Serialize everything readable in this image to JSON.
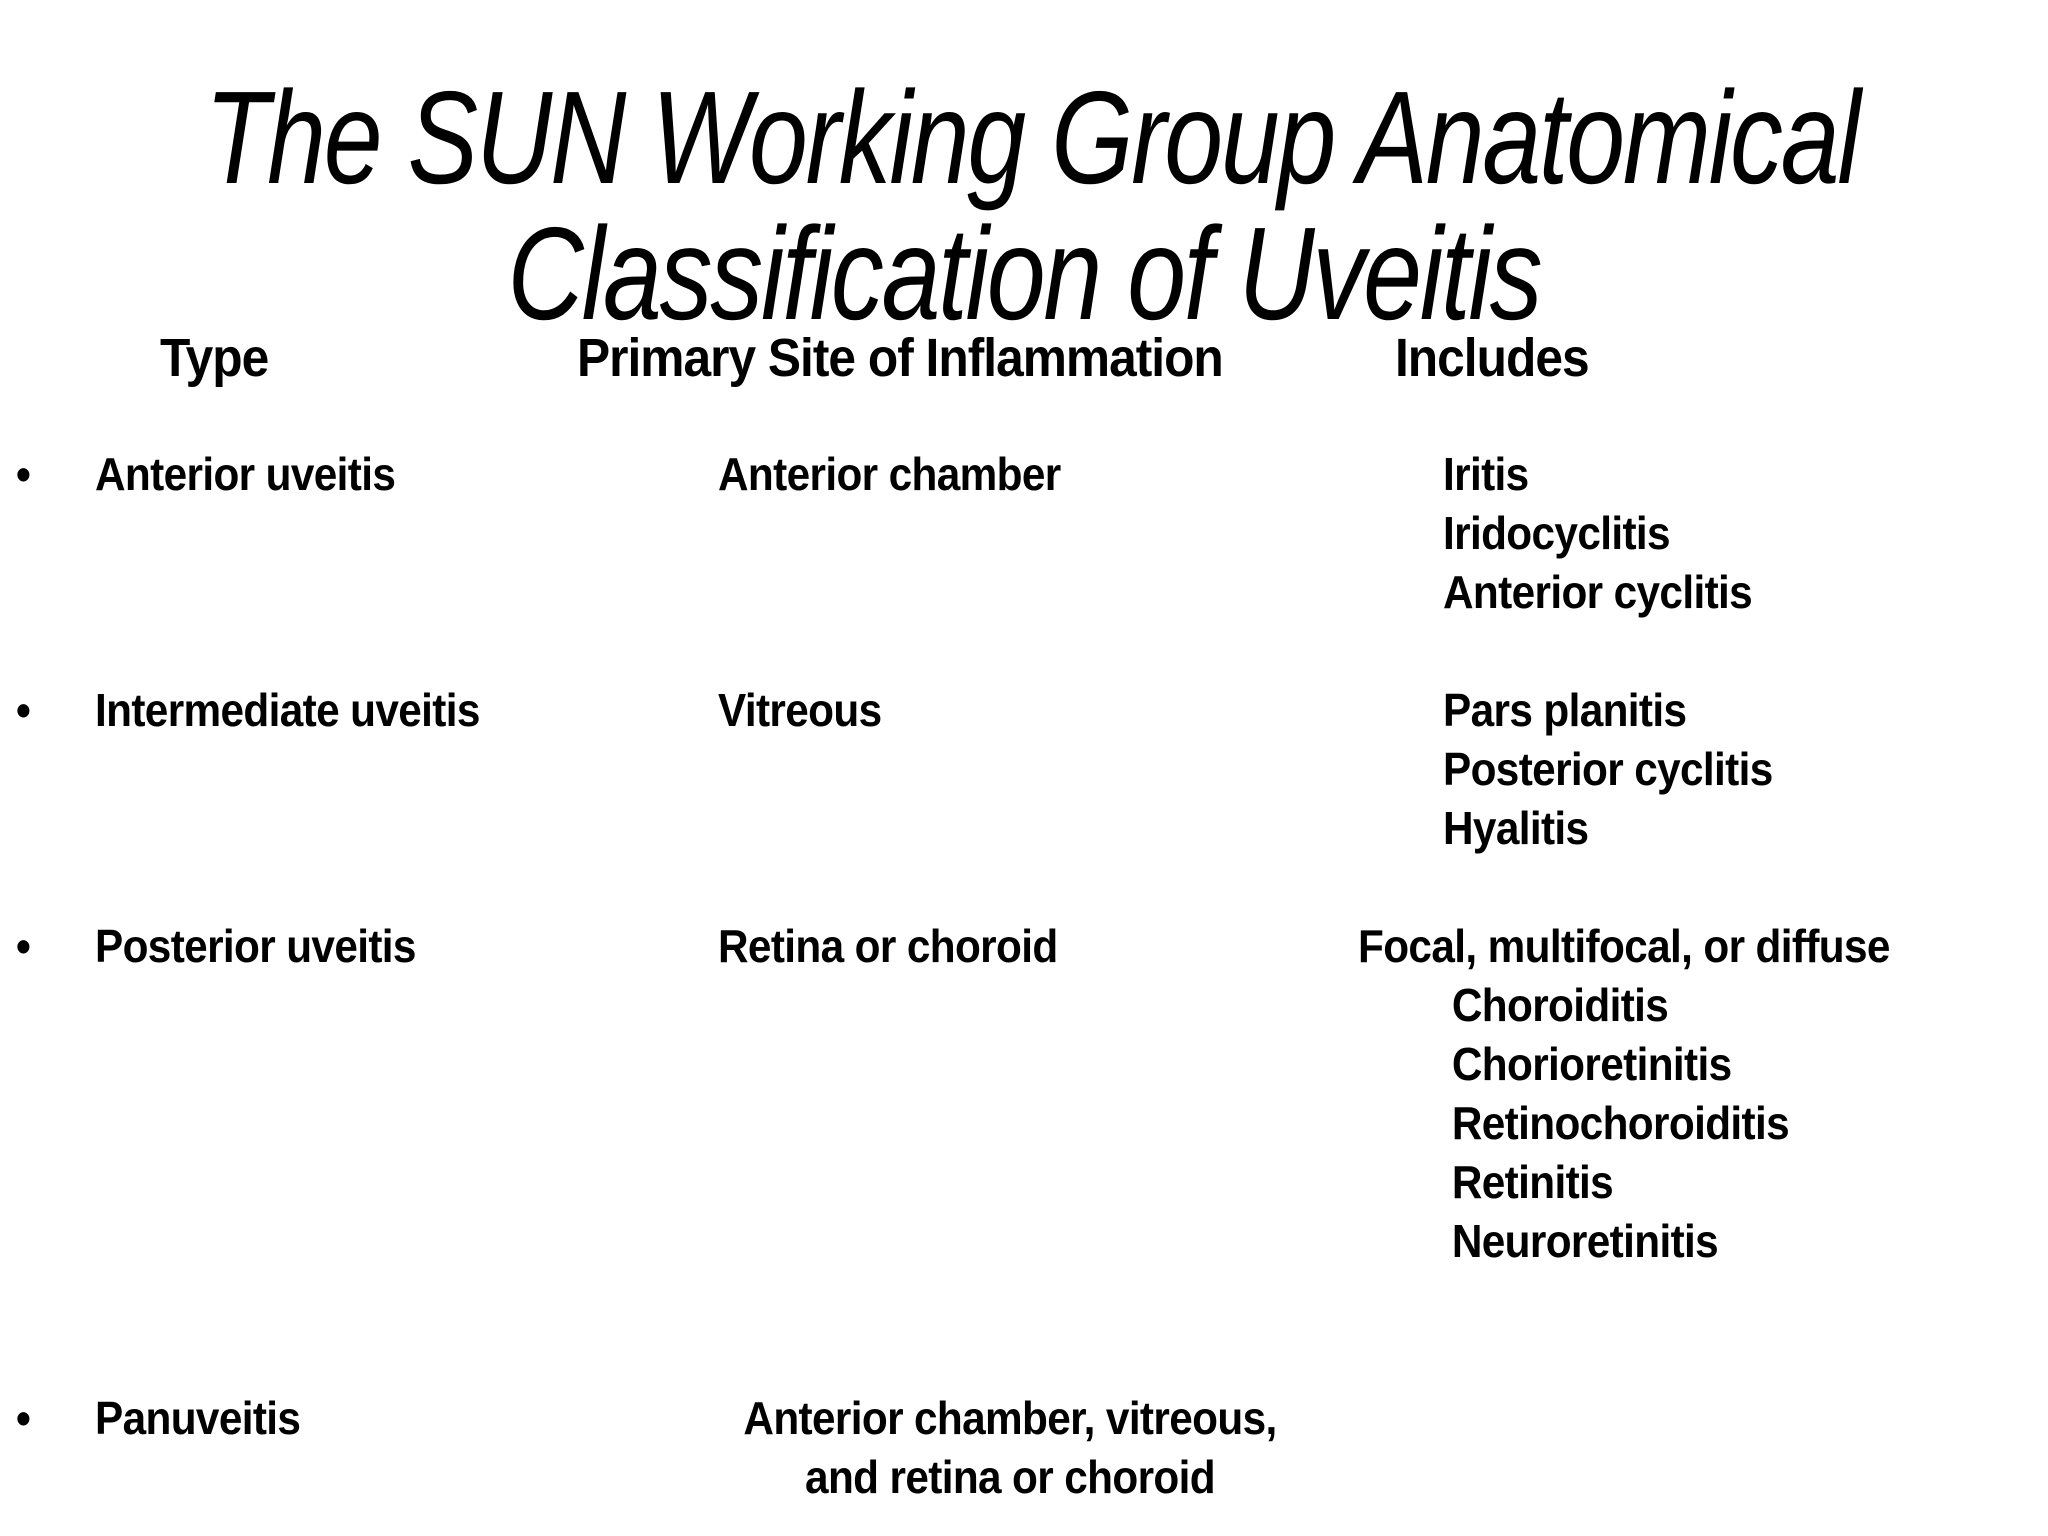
{
  "slide": {
    "background": "#ffffff",
    "text_color": "#000000",
    "bullet_char": "•",
    "title_line1": "The SUN Working Group Anatomical",
    "title_line2": "Classification of Uveitis",
    "columns": [
      "Type",
      "Primary Site of Inflammation",
      "Includes"
    ],
    "rows": [
      {
        "type": "Anterior uveitis",
        "site_lines": [
          "Anterior chamber"
        ],
        "includes_lead": "",
        "includes": [
          "Iritis",
          "Iridocyclitis",
          "Anterior cyclitis"
        ]
      },
      {
        "type": "Intermediate uveitis",
        "site_lines": [
          "Vitreous"
        ],
        "includes_lead": "",
        "includes": [
          "Pars planitis",
          "Posterior cyclitis",
          "Hyalitis"
        ]
      },
      {
        "type": "Posterior uveitis",
        "site_lines": [
          "Retina or choroid"
        ],
        "includes_lead": "Focal, multifocal, or diffuse",
        "includes": [
          "Choroiditis",
          "Chorioretinitis",
          "Retinochoroiditis",
          "Retinitis",
          "Neuroretinitis"
        ]
      },
      {
        "type": "Panuveitis",
        "site_lines": [
          "Anterior chamber, vitreous,",
          "and retina or choroid"
        ],
        "includes_lead": "",
        "includes": []
      }
    ]
  }
}
